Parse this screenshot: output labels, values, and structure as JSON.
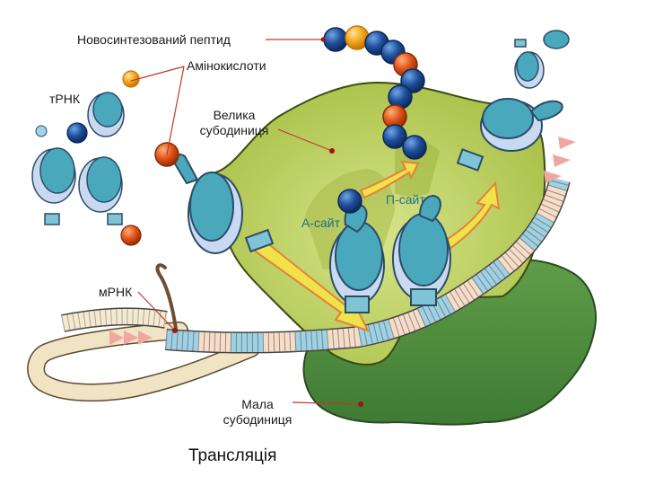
{
  "labels": {
    "peptide": "Новосинтезований пептид",
    "amino_acids": "Амінокислоти",
    "trna": "тРНК",
    "large_subunit_line1": "Велика",
    "large_subunit_line2": "субодиниця",
    "a_site": "А-сайт",
    "p_site": "П-сайт",
    "mrna": "мРНК",
    "small_subunit_line1": "Мала",
    "small_subunit_line2": "субодиниця"
  },
  "title": "Трансляція",
  "colors": {
    "large_subunit": "#b9cf56",
    "small_subunit": "#4f8f3f",
    "trna_teal": "#4aa8bd",
    "amino_blue": "#1f4e9a",
    "amino_orange": "#e0541a",
    "amino_yellow": "#f5a51c",
    "pointer_line": "#c0392b",
    "arrow_yellow": "#f2e24a"
  }
}
